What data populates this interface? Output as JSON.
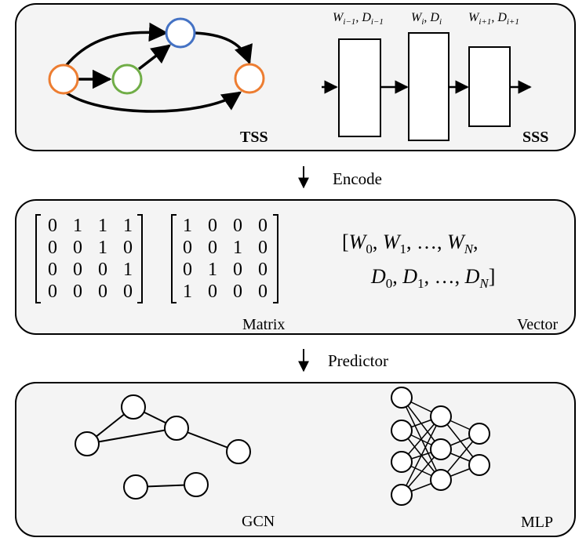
{
  "top_panel": {
    "tss_label": "TSS",
    "sss_label": "SSS",
    "blocks": [
      {
        "w": "W",
        "w_sub": "i−1",
        "d": "D",
        "d_sub": "i−1"
      },
      {
        "w": "W",
        "w_sub": "i",
        "d": "D",
        "d_sub": "i"
      },
      {
        "w": "W",
        "w_sub": "i+1",
        "d": "D",
        "d_sub": "i+1"
      }
    ]
  },
  "arrows": {
    "encode_label": "Encode",
    "predictor_label": "Predictor"
  },
  "middle_panel": {
    "matrix_label": "Matrix",
    "vector_label": "Vector",
    "matrix_a": [
      [
        "0",
        "1",
        "1",
        "1"
      ],
      [
        "0",
        "0",
        "1",
        "0"
      ],
      [
        "0",
        "0",
        "0",
        "1"
      ],
      [
        "0",
        "0",
        "0",
        "0"
      ]
    ],
    "matrix_b": [
      [
        "1",
        "0",
        "0",
        "0"
      ],
      [
        "0",
        "0",
        "1",
        "0"
      ],
      [
        "0",
        "1",
        "0",
        "0"
      ],
      [
        "1",
        "0",
        "0",
        "0"
      ]
    ],
    "vector": {
      "line1": {
        "open": "[",
        "terms": [
          {
            "v": "W",
            "s": "0"
          },
          {
            "v": "W",
            "s": "1"
          },
          {
            "v": "…"
          },
          {
            "v": "W",
            "s": "N"
          }
        ],
        "tail": ","
      },
      "line2": {
        "terms": [
          {
            "v": "D",
            "s": "0"
          },
          {
            "v": "D",
            "s": "1"
          },
          {
            "v": "…"
          },
          {
            "v": "D",
            "s": "N"
          }
        ],
        "close": "]"
      }
    }
  },
  "bottom_panel": {
    "gcn_label": "GCN",
    "mlp_label": "MLP"
  },
  "colors": {
    "panel_fill": "#f4f4f4",
    "stroke": "#000000",
    "node_orange": "#ed7d31",
    "node_green": "#70ad47",
    "node_blue": "#4472c4"
  }
}
